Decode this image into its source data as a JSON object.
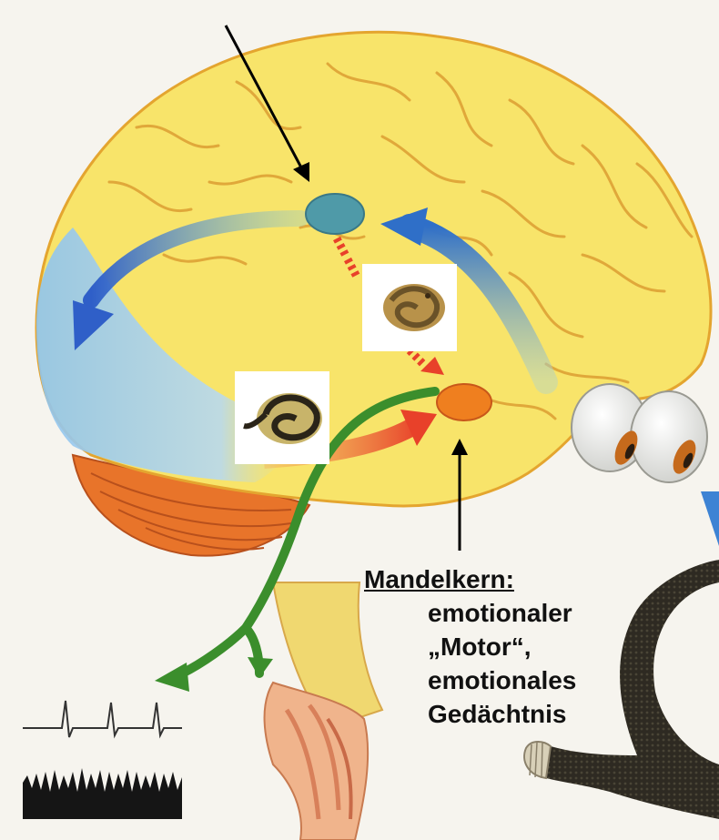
{
  "label": {
    "title": "Mandelkern:",
    "lines": [
      "emotionaler",
      "„Motor“,",
      "emotionales",
      "Gedächtnis"
    ]
  },
  "colors": {
    "cortex": "#f8e46a",
    "cortex_outline": "#e4a52f",
    "thalamus": "#4f9aa8",
    "amygdala": "#ef7f1f",
    "cerebellum": "#e8742a",
    "blue_pathway": "#2f6fc8",
    "red_pathway": "#e8412a",
    "green_pathway": "#3b8e2c",
    "snake_body": "#2e2a22"
  },
  "icons": {
    "snake_image_upper": "coiled-snake",
    "snake_image_lower": "coiled-snake",
    "eye": "eyeball",
    "ecg": "ecg-trace",
    "leg": "leg-muscles"
  }
}
